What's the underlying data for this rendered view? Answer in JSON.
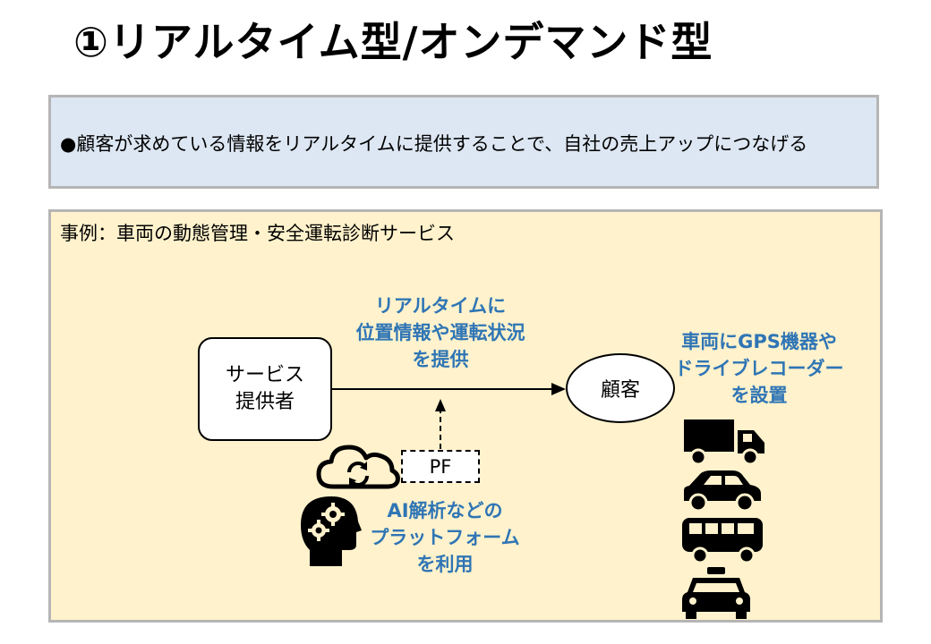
{
  "title": "①リアルタイム型/オンデマンド型",
  "summary": {
    "text": "●顧客が求めている情報をリアルタイムに提供することで、自社の売上アップにつなげる"
  },
  "example": {
    "title": "事例：車両の動態管理・安全運転診断サービス",
    "provider": [
      "サービス",
      "提供者"
    ],
    "customer": "顧客",
    "platform": "PF",
    "arrow_label": [
      "リアルタイムに",
      "位置情報や運転状況",
      "を提供"
    ],
    "device_label": [
      "車両にGPS機器や",
      "ドライブレコーダー",
      "を設置"
    ],
    "ai_label": [
      "AI解析などの",
      "プラットフォーム",
      "を利用"
    ],
    "icons": [
      "cloud-sync-icon",
      "ai-head-gears-icon",
      "truck-icon",
      "car-icon",
      "bus-icon",
      "taxi-icon"
    ],
    "colors": {
      "summary_bg": "#dde7f3",
      "example_bg": "#fff2cc",
      "accent_text": "#2f75b5"
    }
  }
}
